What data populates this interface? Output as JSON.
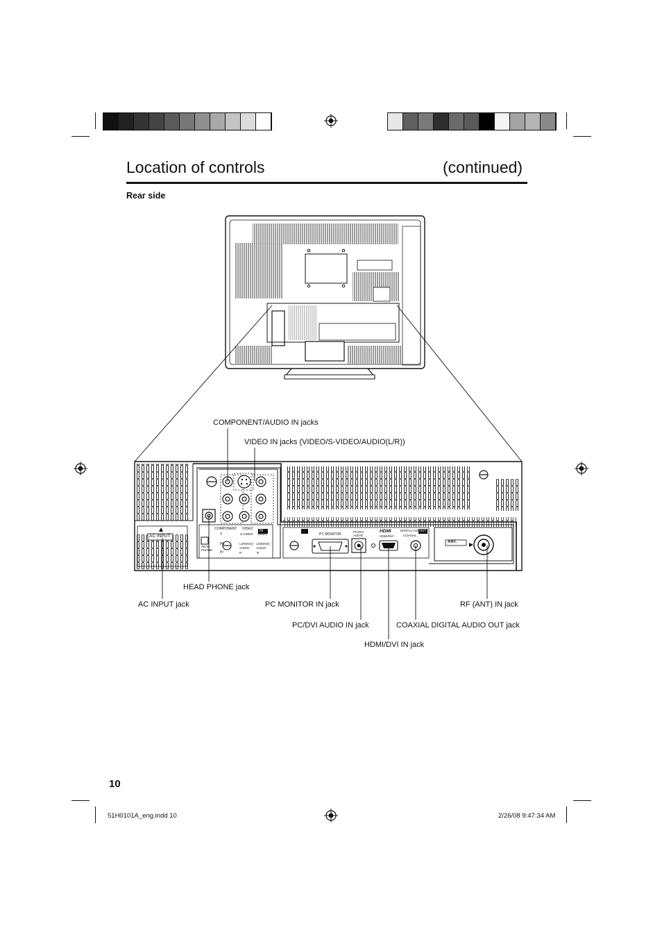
{
  "header": {
    "title": "Location of controls",
    "title_cont": "(continued)",
    "section": "Rear side"
  },
  "callouts": {
    "component_audio_in": "COMPONENT/AUDIO IN jacks",
    "video_in": "VIDEO IN jacks (VIDEO/S-VIDEO/AUDIO(L/R))",
    "head_phone": "HEAD PHONE jack",
    "ac_input": "AC INPUT jack",
    "pc_monitor": "PC MONITOR IN jack",
    "rf_ant": "RF (ANT) IN jack",
    "pc_dvi_audio": "PC/DVI AUDIO IN jack",
    "coaxial": "COAXIAL DIGITAL AUDIO OUT jack",
    "hdmi_dvi": "HDMI/DVI IN jack"
  },
  "panel_labels": {
    "ac_input": "AC INPUT",
    "component": "COMPONENT",
    "video": "VIDEO",
    "y": "Y",
    "pb": "Pb",
    "pr": "Pr",
    "svideo": "S-VIDEO",
    "video_jack": "VIDEO",
    "l_mono_audio": "L(MONO) -AUDIO",
    "r": "R",
    "head_phone": "HEAD PHONE",
    "pc_monitor": "PC MONITOR",
    "pc_dvi_audio": "PC/DVI AUDIO",
    "hdmi": "HDMI",
    "hdmi_dvi": "HDMI/DVI",
    "digital_audio": "DIGITAL AUDIO",
    "coaxial": "COAXIAL",
    "out": "OUT",
    "ant": "ANT.",
    "in": "IN"
  },
  "page_number": "10",
  "footer": {
    "file": "51H0101A_eng.indd   10",
    "date": "2/26/08   9:47:34 AM"
  },
  "color_bar_left": [
    "#111111",
    "#222222",
    "#333333",
    "#444444",
    "#5a5a5a",
    "#777777",
    "#8f8f8f",
    "#a8a8a8",
    "#c4c4c4",
    "#dcdcdc",
    "#ffffff"
  ],
  "color_bar_right": [
    "#e8e8e8",
    "#606060",
    "#7a7a7a",
    "#2e2e2e",
    "#6a6a6a",
    "#5a5a5a",
    "#000000",
    "#f4f4f4",
    "#a4a4a4",
    "#b4b4b4",
    "#8a8a8a"
  ]
}
